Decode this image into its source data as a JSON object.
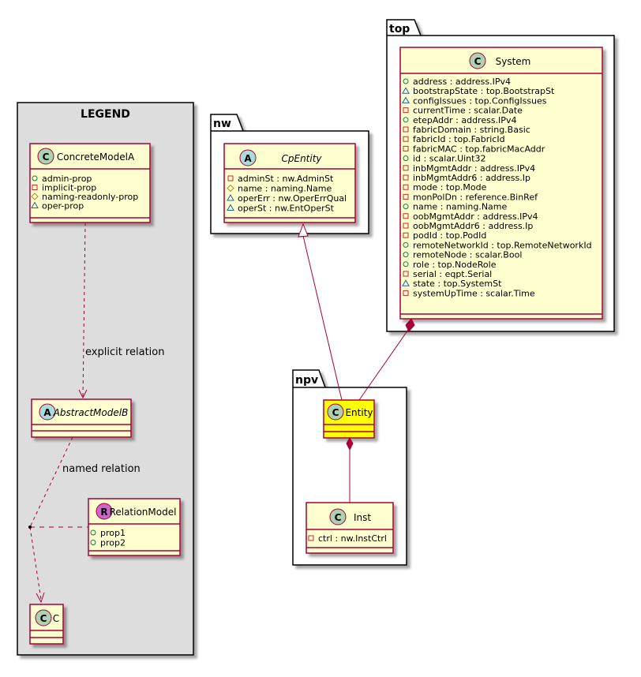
{
  "legend": {
    "title": "LEGEND",
    "concrete": {
      "name": "ConcreteModelA",
      "stereotype": "C",
      "color": "#ADD1B2",
      "fields": [
        {
          "vis": "+",
          "name": "admin-prop"
        },
        {
          "vis": "-",
          "name": "implicit-prop"
        },
        {
          "vis": "#",
          "name": "naming-readonly-prop"
        },
        {
          "vis": "~",
          "name": "oper-prop"
        }
      ]
    },
    "abstract": {
      "name": "AbstractModelB",
      "stereotype": "A",
      "color": "#A9DCDF"
    },
    "relation_model": {
      "name": "RelationModel",
      "stereotype": "R",
      "color": "#CC66CC",
      "fields": [
        {
          "vis": "+",
          "name": "prop1"
        },
        {
          "vis": "+",
          "name": "prop2"
        }
      ]
    },
    "c": {
      "name": "C",
      "stereotype": "C",
      "color": "#ADD1B2"
    },
    "explicit_relation": "explicit relation",
    "named_relation": "named relation"
  },
  "packages": {
    "nw": {
      "name": "nw",
      "cpentity": {
        "name": "CpEntity",
        "stereotype": "A",
        "color": "#A9DCDF",
        "fields": [
          {
            "vis": "-",
            "name": "adminSt : nw.AdminSt"
          },
          {
            "vis": "#",
            "name": "name : naming.Name"
          },
          {
            "vis": "~",
            "name": "operErr : nw.OperErrQual"
          },
          {
            "vis": "~",
            "name": "operSt : nw.EntOperSt"
          }
        ]
      }
    },
    "top": {
      "name": "top",
      "system": {
        "name": "System",
        "stereotype": "C",
        "color": "#ADD1B2",
        "fields": [
          {
            "vis": "+",
            "name": "address : address.IPv4"
          },
          {
            "vis": "~",
            "name": "bootstrapState : top.BootstrapSt"
          },
          {
            "vis": "~",
            "name": "configIssues : top.ConfigIssues"
          },
          {
            "vis": "-",
            "name": "currentTime : scalar.Date"
          },
          {
            "vis": "+",
            "name": "etepAddr : address.IPv4"
          },
          {
            "vis": "-",
            "name": "fabricDomain : string.Basic"
          },
          {
            "vis": "-",
            "name": "fabricId : top.FabricId"
          },
          {
            "vis": "-",
            "name": "fabricMAC : top.fabricMacAddr"
          },
          {
            "vis": "+",
            "name": "id : scalar.Uint32"
          },
          {
            "vis": "-",
            "name": "inbMgmtAddr : address.IPv4"
          },
          {
            "vis": "-",
            "name": "inbMgmtAddr6 : address.Ip"
          },
          {
            "vis": "-",
            "name": "mode : top.Mode"
          },
          {
            "vis": "-",
            "name": "monPolDn : reference.BinRef"
          },
          {
            "vis": "+",
            "name": "name : naming.Name"
          },
          {
            "vis": "-",
            "name": "oobMgmtAddr : address.IPv4"
          },
          {
            "vis": "-",
            "name": "oobMgmtAddr6 : address.Ip"
          },
          {
            "vis": "-",
            "name": "podId : top.PodId"
          },
          {
            "vis": "+",
            "name": "remoteNetworkId : top.RemoteNetworkId"
          },
          {
            "vis": "+",
            "name": "remoteNode : scalar.Bool"
          },
          {
            "vis": "+",
            "name": "role : top.NodeRole"
          },
          {
            "vis": "-",
            "name": "serial : eqpt.Serial"
          },
          {
            "vis": "~",
            "name": "state : top.SystemSt"
          },
          {
            "vis": "-",
            "name": "systemUpTime : scalar.Time"
          }
        ]
      }
    },
    "npv": {
      "name": "npv",
      "entity": {
        "name": "Entity",
        "stereotype": "C",
        "color": "#ADD1B2",
        "fill": "#FFFF00"
      },
      "inst": {
        "name": "Inst",
        "stereotype": "C",
        "color": "#ADD1B2",
        "fields": [
          {
            "vis": "-",
            "name": "ctrl : nw.InstCtrl"
          }
        ]
      }
    }
  },
  "colors": {
    "class_fill": "#FEFECE",
    "class_border": "#A80036",
    "edge": "#A80036",
    "legend_fill": "#DDDDDD",
    "package_fill": "#FFFFFF"
  }
}
